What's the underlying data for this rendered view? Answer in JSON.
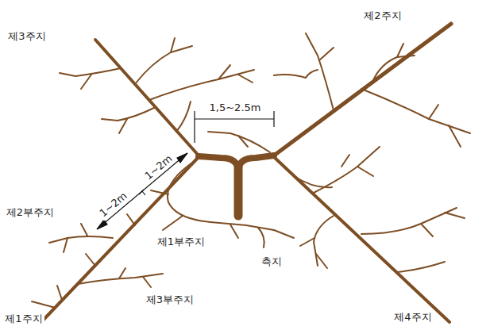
{
  "diagram": {
    "labels": [
      "제3주지",
      "제2주지",
      "1,5~2.5m",
      "1~2m",
      "1~2m",
      "제2부주지",
      "제1부주지",
      "측지",
      "제3부주지",
      "제1주지",
      "제4주지"
    ]
  }
}
